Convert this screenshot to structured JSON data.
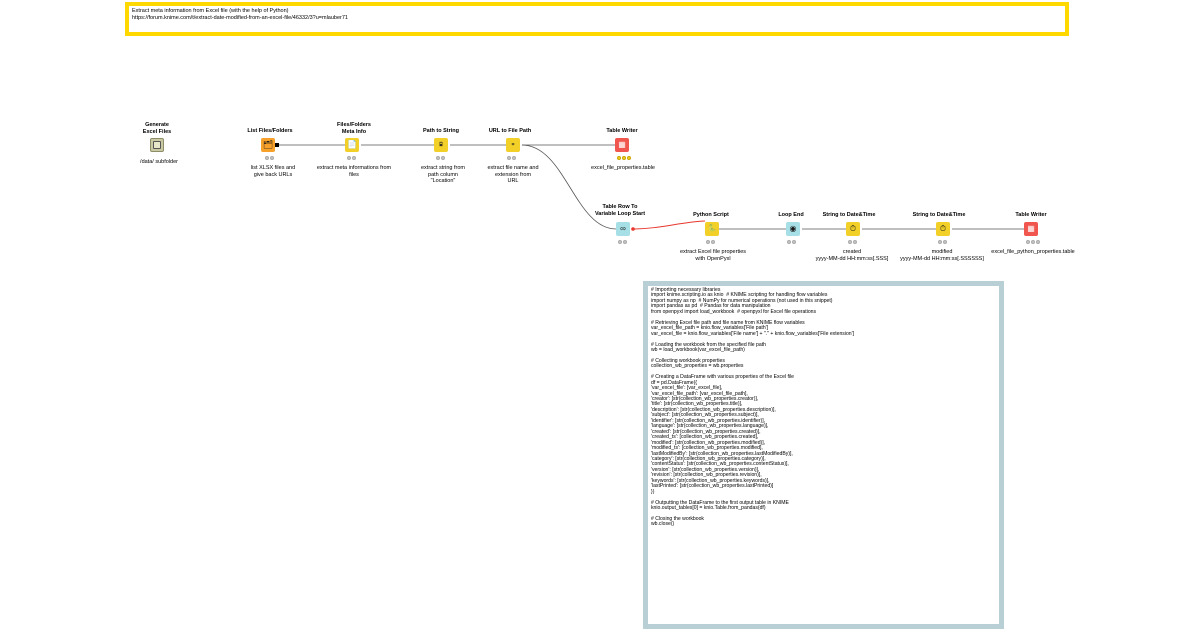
{
  "annotation_top": {
    "line1": "Extract meta information from Excel file (with the help of Python)",
    "line2": "https://forum.knime.com/t/extract-date-modified-from-an-excel-file/46332/3?u=mlauber71"
  },
  "nodes": [
    {
      "id": "generate-excel-files",
      "title": "Generate\nExcel Files",
      "label": "/data/ subfolder",
      "icon": "component-icon",
      "color": "#c9c9a4"
    },
    {
      "id": "list-files-folders",
      "title": "List Files/Folders",
      "label": "list XLSX files and\ngive back URLs",
      "icon": "list-files-icon",
      "color": "#f7a12a"
    },
    {
      "id": "files-folders-meta-info",
      "title": "Files/Folders\nMeta Info",
      "label": "extract meta informations from\nfiles",
      "icon": "meta-info-icon",
      "color": "#f2d028"
    },
    {
      "id": "path-to-string",
      "title": "Path to String",
      "label": "extract string from\npath column\n\"Location\"",
      "icon": "path-to-string-icon",
      "color": "#f2d028"
    },
    {
      "id": "url-to-file-path",
      "title": "URL to File Path",
      "label": "extract file name and\nextension from\nURL",
      "icon": "url-to-path-icon",
      "color": "#f2d028"
    },
    {
      "id": "table-writer-1",
      "title": "Table Writer",
      "label": "excel_file_properties.table",
      "icon": "table-writer-icon",
      "color": "#f0564d"
    },
    {
      "id": "table-row-to-variable-loop-start",
      "title": "Table Row To\nVariable Loop Start",
      "label": "",
      "icon": "loop-start-icon",
      "color": "#a6dfe6"
    },
    {
      "id": "python-script",
      "title": "Python Script",
      "label": "extract Excel file properties\nwith OpenPyxl",
      "icon": "python-icon",
      "color": "#f2d028"
    },
    {
      "id": "loop-end",
      "title": "Loop End",
      "label": "",
      "icon": "loop-end-icon",
      "color": "#a6dfe6"
    },
    {
      "id": "string-to-datetime-1",
      "title": "String to Date&Time",
      "label": "created\nyyyy-MM-dd HH:mm:ss[.SSS]",
      "icon": "string-to-date-icon",
      "color": "#f2d028"
    },
    {
      "id": "string-to-datetime-2",
      "title": "String to Date&Time",
      "label": "modified\nyyyy-MM-dd HH:mm:ss[.SSSSSS]",
      "icon": "string-to-date-icon",
      "color": "#f2d028"
    },
    {
      "id": "table-writer-2",
      "title": "Table Writer",
      "label": "excel_file_python_properties.table",
      "icon": "table-writer-icon",
      "color": "#f0564d"
    }
  ],
  "code_annotation": [
    "# Importing necessary libraries",
    "import knime.scripting.io as knio  # KNIME scripting for handling flow variables",
    "import numpy as np  # NumPy for numerical operations (not used in this snippet)",
    "import pandas as pd  # Pandas for data manipulation",
    "from openpyxl import load_workbook  # openpyxl for Excel file operations",
    "",
    "# Retrieving Excel file path and file name from KNIME flow variables",
    "var_excel_file_path = knio.flow_variables['File path']",
    "var_excel_file = knio.flow_variables['File name'] + \".\" + knio.flow_variables['File extension']",
    "",
    "# Loading the workbook from the specified file path",
    "wb = load_workbook(var_excel_file_path)",
    "",
    "# Collecting workbook properties",
    "collection_wb_properties = wb.properties",
    "",
    "# Creating a DataFrame with various properties of the Excel file",
    "df = pd.DataFrame({",
    "'var_excel_file': [var_excel_file],",
    "'var_excel_file_path': [var_excel_file_path],",
    "'creator': [str(collection_wb_properties.creator)],",
    "'title': [str(collection_wb_properties.title)],",
    "'description': [str(collection_wb_properties.description)],",
    "'subject': [str(collection_wb_properties.subject)],",
    "'identifier': [str(collection_wb_properties.identifier)],",
    "'language': [str(collection_wb_properties.language)],",
    "'created': [str(collection_wb_properties.created)],",
    "'created_ts': [collection_wb_properties.created],",
    "'modified': [str(collection_wb_properties.modified)],",
    "'modified_ts': [collection_wb_properties.modified],",
    "'lastModifiedBy': [str(collection_wb_properties.lastModifiedBy)],",
    "'category': [str(collection_wb_properties.category)],",
    "'contentStatus': [str(collection_wb_properties.contentStatus)],",
    "'version': [str(collection_wb_properties.version)],",
    "'revision': [str(collection_wb_properties.revision)],",
    "'keywords': [str(collection_wb_properties.keywords)],",
    "'lastPrinted': [str(collection_wb_properties.lastPrinted)]",
    "})",
    "",
    "# Outputting the DataFrame to the first output table in KNIME",
    "knio.output_tables[0] = knio.Table.from_pandas(df)",
    "",
    "# Closing the workbook",
    "wb.close()"
  ]
}
